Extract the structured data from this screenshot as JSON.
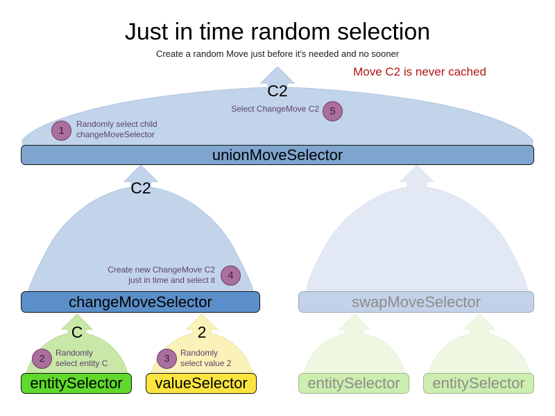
{
  "header": {
    "title": "Just in time random selection",
    "subtitle": "Create a random Move just before it's needed and no sooner",
    "warning": "Move C2 is never cached",
    "warning_color": "#b01414"
  },
  "nodes": {
    "union": {
      "label": "unionMoveSelector",
      "fill": "#7fa5cf"
    },
    "change": {
      "label": "changeMoveSelector",
      "fill": "#5b8fc9"
    },
    "swap": {
      "label": "swapMoveSelector",
      "fill": "#c3d2e8"
    },
    "entity": {
      "label": "entitySelector",
      "fill": "#5ed92c"
    },
    "value": {
      "label": "valueSelector",
      "fill": "#fbe43f"
    },
    "swap_entity_1": {
      "label": "entitySelector",
      "fill": "#cdeeae"
    },
    "swap_entity_2": {
      "label": "entitySelector",
      "fill": "#cdeeae"
    }
  },
  "flows": {
    "union_out": "C2",
    "change_out": "C2",
    "entity_out": "C",
    "value_out": "2"
  },
  "steps": [
    {
      "number": "1",
      "text_line1": "Randomly select child",
      "text_line2": "changeMoveSelector"
    },
    {
      "number": "2",
      "text_line1": "Randomly",
      "text_line2": "select entity C"
    },
    {
      "number": "3",
      "text_line1": "Randomly",
      "text_line2": "select value 2"
    },
    {
      "number": "4",
      "text_line1": "Create new ChangeMove C2",
      "text_line2": "just in time and select it"
    },
    {
      "number": "5",
      "text_line1": "Select ChangeMove C2",
      "text_line2": ""
    }
  ],
  "colors": {
    "hill_blue": "#c2d4ea",
    "hill_blue_faded": "#e3e9f4",
    "hill_green": "#c9e8a8",
    "hill_green_faded": "#edf7e2",
    "hill_yellow": "#faf2b8",
    "badge": "#ab6f9e",
    "note_text": "#5b3f6b"
  }
}
